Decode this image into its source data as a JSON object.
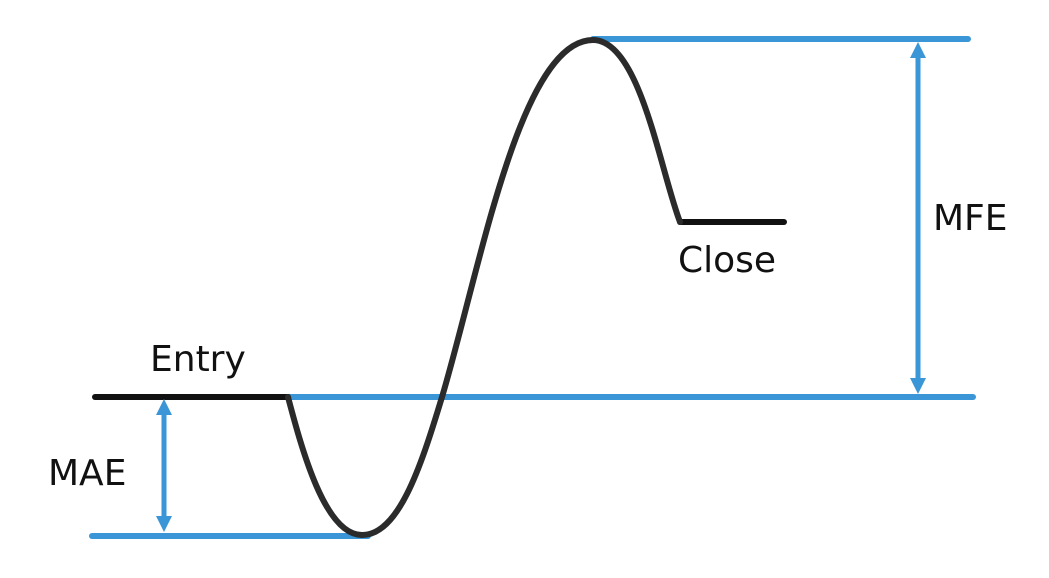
{
  "diagram": {
    "labels": {
      "entry": "Entry",
      "close": "Close",
      "mae": "MAE",
      "mfe": "MFE"
    },
    "colors": {
      "price_path": "#2b2b2b",
      "level_line": "#3a96d6",
      "entry_close_line": "#111111",
      "label_text": "#111111"
    }
  }
}
